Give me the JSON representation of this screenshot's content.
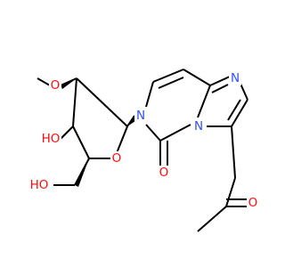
{
  "molecule": {
    "atoms": {
      "o_methoxy": {
        "text": "O",
        "color": "#ff0d0d"
      },
      "o_hydroxy_ring": {
        "text": "HO",
        "color": "#ff0d0d"
      },
      "n_ring": {
        "text": "N",
        "color": "#3050f8"
      },
      "o_ring": {
        "text": "O",
        "color": "#ff0d0d"
      },
      "o_carbonyl_core": {
        "text": "O",
        "color": "#ff0d0d"
      },
      "n_imidazole": {
        "text": "N",
        "color": "#3050f8"
      },
      "n_bridge": {
        "text": "N",
        "color": "#3050f8"
      },
      "o_ketone": {
        "text": "O",
        "color": "#ff0d0d"
      },
      "o_hydroxymethyl": {
        "text": "HO",
        "color": "#ff0d0d"
      }
    }
  }
}
